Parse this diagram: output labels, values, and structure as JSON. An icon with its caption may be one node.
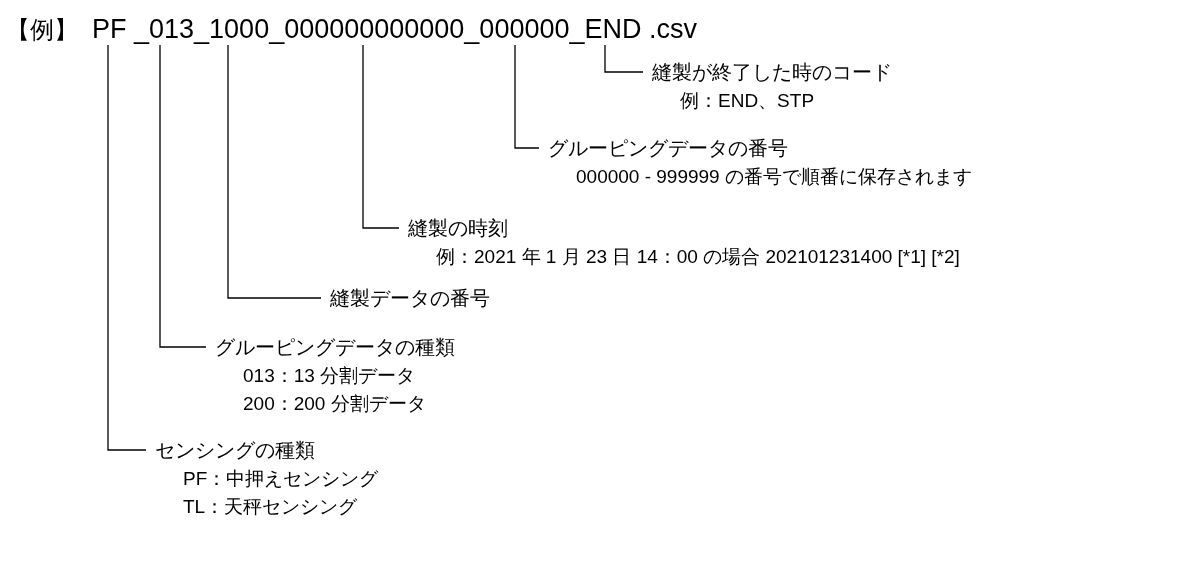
{
  "diagram": {
    "nodes": [
      {
        "text": [
          "PF _013_1000_000000000000_000000_END .csv"
        ]
      },
      {
        "text": [
          "縫製が終了した時のコード",
          "例：END、STP"
        ]
      },
      {
        "text": [
          "グルーピングデータの番号",
          "000000 - 999999 の番号で順番に保存されます"
        ]
      },
      {
        "text": [
          "縫製の時刻",
          "例：2021 年 1 月 23 日 14：00 の場合 202101231400 [*1] [*2]"
        ]
      },
      {
        "text": [
          "縫製データの番号"
        ]
      },
      {
        "text": [
          "グルーピングデータの種類",
          "013：13 分割データ",
          "200：200 分割データ"
        ]
      },
      {
        "text": [
          "センシングの種類",
          "PF：中押えセンシング",
          "TL：天秤センシング"
        ]
      }
    ],
    "edges": [
      {
        "from": 1,
        "to": 0,
        "arrow": "none"
      },
      {
        "from": 2,
        "to": 0,
        "arrow": "none"
      },
      {
        "from": 3,
        "to": 0,
        "arrow": "none"
      },
      {
        "from": 4,
        "to": 0,
        "arrow": "none"
      },
      {
        "from": 5,
        "to": 0,
        "arrow": "none"
      },
      {
        "from": 6,
        "to": 0,
        "arrow": "none"
      }
    ],
    "labels": [
      "【例】"
    ]
  }
}
